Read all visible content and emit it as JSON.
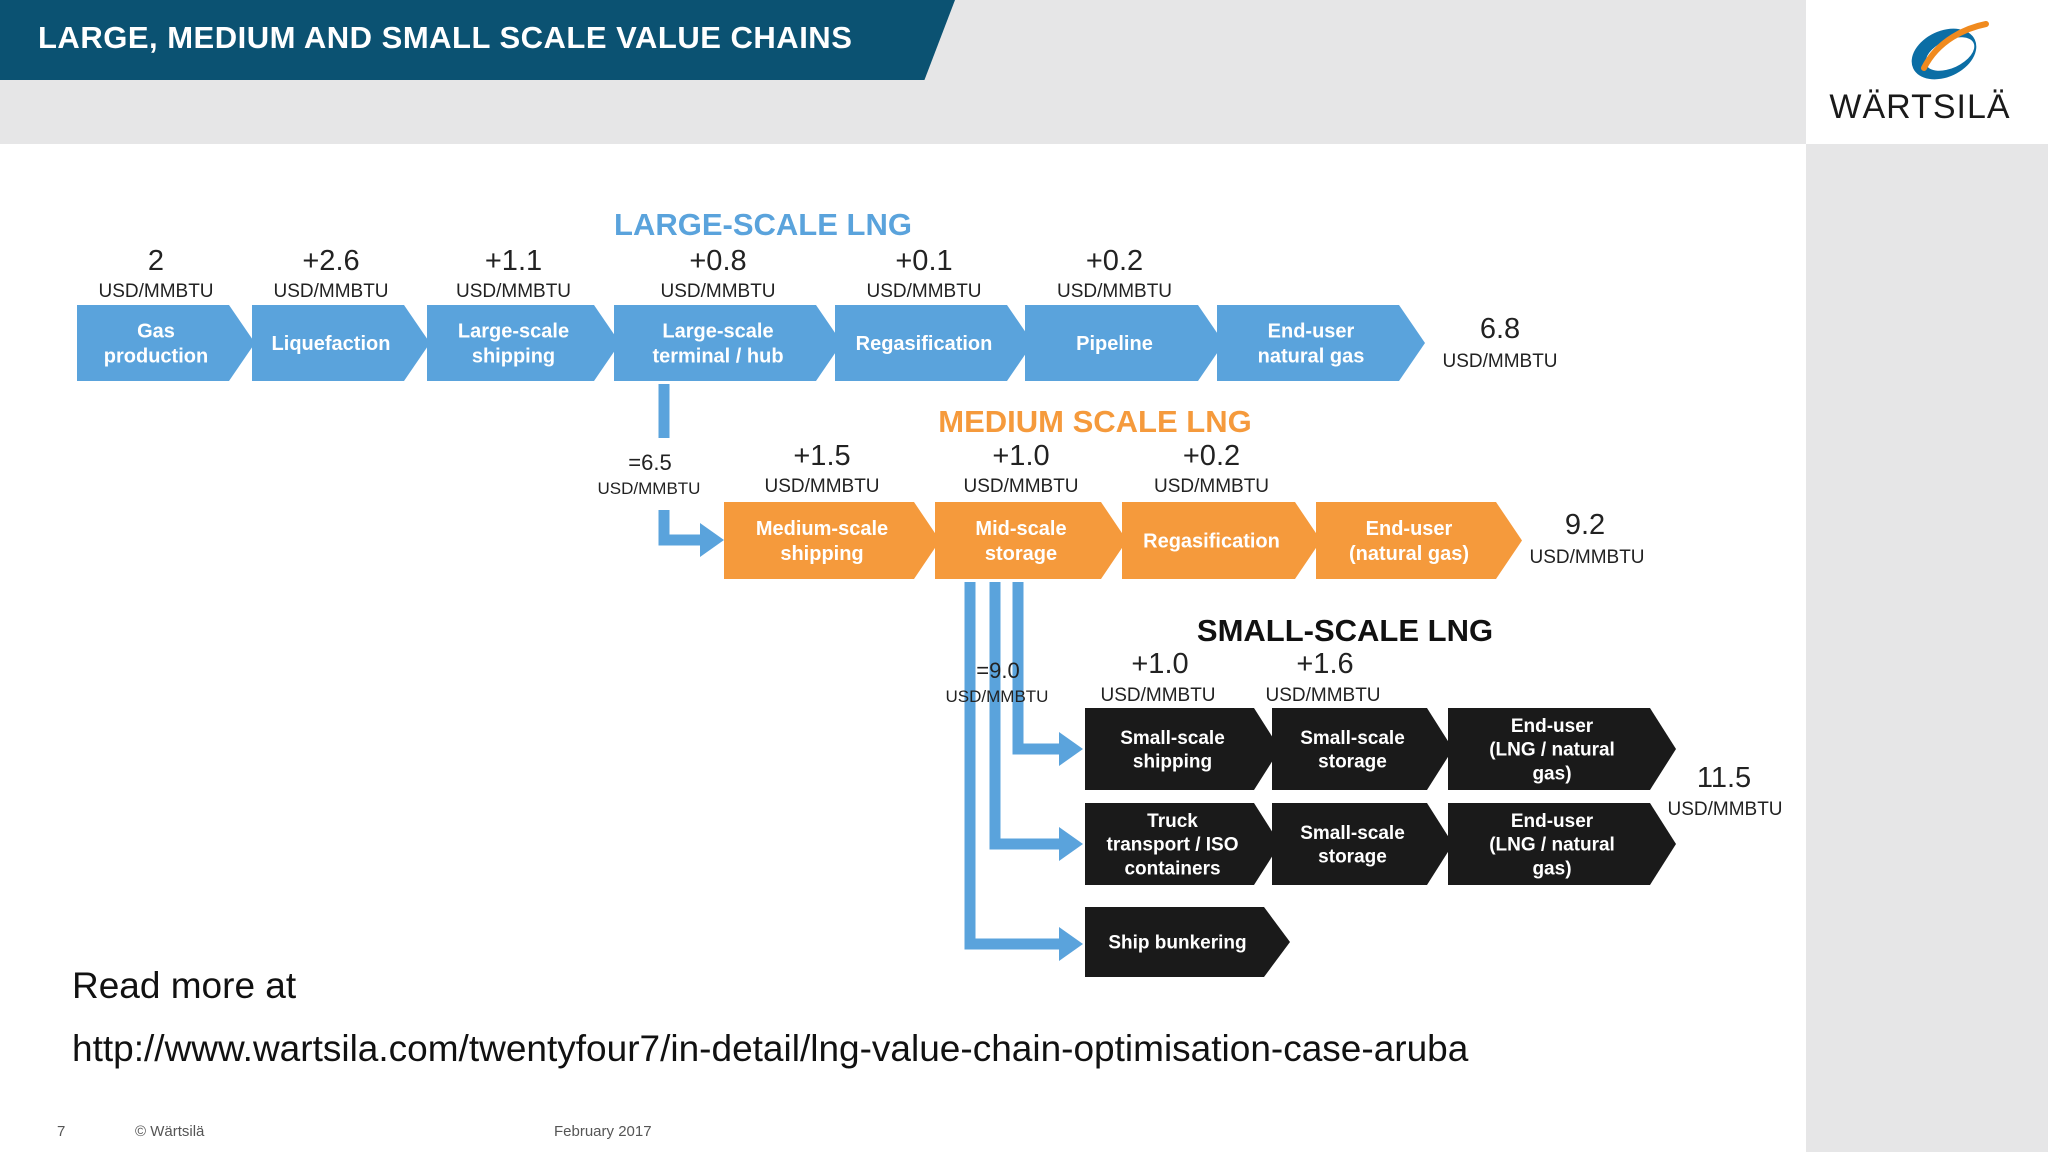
{
  "header": {
    "title": "LARGE, MEDIUM AND SMALL SCALE VALUE CHAINS"
  },
  "brand": {
    "name": "WÄRTSILÄ",
    "logo_icon": "wartsila-swirl-logo",
    "primary_color": "#0b5272",
    "accent_color": "#f59a3c"
  },
  "diagram": {
    "large": {
      "title": "LARGE-SCALE LNG",
      "color": "#5aa3dc",
      "steps": [
        {
          "label1": "Gas",
          "label2": "production",
          "value": "2",
          "unit": "USD/MMBTU"
        },
        {
          "label1": "Liquefaction",
          "label2": "",
          "value": "+2.6",
          "unit": "USD/MMBTU"
        },
        {
          "label1": "Large-scale",
          "label2": "shipping",
          "value": "+1.1",
          "unit": "USD/MMBTU"
        },
        {
          "label1": "Large-scale",
          "label2": "terminal / hub",
          "value": "+0.8",
          "unit": "USD/MMBTU"
        },
        {
          "label1": "Regasification",
          "label2": "",
          "value": "+0.1",
          "unit": "USD/MMBTU"
        },
        {
          "label1": "Pipeline",
          "label2": "",
          "value": "+0.2",
          "unit": "USD/MMBTU"
        },
        {
          "label1": "End-user",
          "label2": "natural gas",
          "value": "",
          "unit": ""
        }
      ],
      "total_value": "6.8",
      "total_unit": "USD/MMBTU"
    },
    "medium": {
      "title": "MEDIUM SCALE LNG",
      "color": "#f59a3c",
      "entry_value": "=6.5",
      "entry_unit": "USD/MMBTU",
      "steps": [
        {
          "label1": "Medium-scale",
          "label2": "shipping",
          "value": "+1.5",
          "unit": "USD/MMBTU"
        },
        {
          "label1": "Mid-scale",
          "label2": "storage",
          "value": "+1.0",
          "unit": "USD/MMBTU"
        },
        {
          "label1": "Regasification",
          "label2": "",
          "value": "+0.2",
          "unit": "USD/MMBTU"
        },
        {
          "label1": "End-user",
          "label2": "(natural gas)",
          "value": "",
          "unit": ""
        }
      ],
      "total_value": "9.2",
      "total_unit": "USD/MMBTU"
    },
    "small": {
      "title": "SMALL-SCALE LNG",
      "color": "#1a1a1a",
      "entry_value": "=9.0",
      "entry_unit": "USD/MMBTU",
      "values": [
        {
          "value": "+1.0",
          "unit": "USD/MMBTU"
        },
        {
          "value": "+1.6",
          "unit": "USD/MMBTU"
        }
      ],
      "rows": [
        [
          {
            "label1": "Small-scale",
            "label2": "shipping",
            "label3": ""
          },
          {
            "label1": "Small-scale",
            "label2": "storage",
            "label3": ""
          },
          {
            "label1": "End-user",
            "label2": "(LNG / natural",
            "label3": "gas)"
          }
        ],
        [
          {
            "label1": "Truck",
            "label2": "transport / ISO",
            "label3": "containers"
          },
          {
            "label1": "Small-scale",
            "label2": "storage",
            "label3": ""
          },
          {
            "label1": "End-user",
            "label2": "(LNG / natural",
            "label3": "gas)"
          }
        ],
        [
          {
            "label1": "Ship bunkering",
            "label2": "",
            "label3": ""
          }
        ]
      ],
      "total_value": "11.5",
      "total_unit": "USD/MMBTU"
    }
  },
  "footer": {
    "read_more_label": "Read more at",
    "read_more_url": "http://www.wartsila.com/twentyfour7/in-detail/lng-value-chain-optimisation-case-aruba",
    "page_number": "7",
    "copyright": "© Wärtsilä",
    "date": "February 2017"
  }
}
